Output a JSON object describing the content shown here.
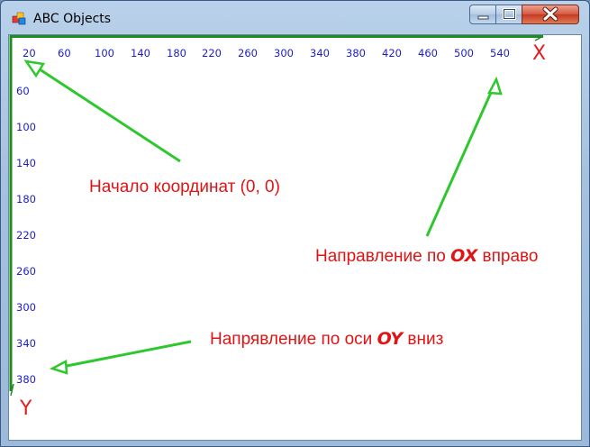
{
  "window": {
    "title": "ABC Objects",
    "icon": "abc-objects-app-icon"
  },
  "caption_buttons": {
    "minimize": "minimize-icon",
    "maximize": "maximize-icon",
    "close": "close-icon"
  },
  "x_axis": {
    "label": "X",
    "ticks": [
      "20",
      "60",
      "100",
      "140",
      "180",
      "220",
      "260",
      "300",
      "340",
      "380",
      "420",
      "460",
      "500",
      "540"
    ]
  },
  "y_axis": {
    "label": "Y",
    "ticks": [
      "60",
      "100",
      "140",
      "180",
      "220",
      "260",
      "300",
      "340",
      "380"
    ]
  },
  "annotations": {
    "origin": "Начало координат (0, 0)",
    "ox_before": "Направление по ",
    "ox_axis": "OX",
    "ox_after": " вправо",
    "oy_before": "Напрявление по оси ",
    "oy_axis": "OY",
    "oy_after": " вниз"
  },
  "colors": {
    "tick_text": "#1e1ec8",
    "annotation_text": "#e01414",
    "arrow": "#2ec82e",
    "axis_line": "#1e8c1e"
  }
}
